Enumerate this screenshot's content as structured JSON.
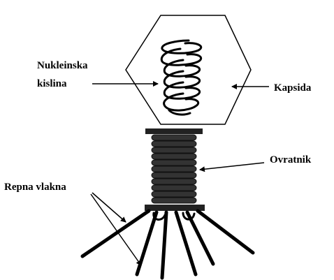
{
  "labels": {
    "nucleic_acid_line1": "Nukleinska",
    "nucleic_acid_line2": "kislina",
    "capsid": "Kapsida",
    "collar": "Ovratnik",
    "tail_fibers": "Repna vlakna"
  },
  "colors": {
    "outline": "#000000",
    "fill_dark": "#2b2b2b",
    "background": "#ffffff"
  }
}
